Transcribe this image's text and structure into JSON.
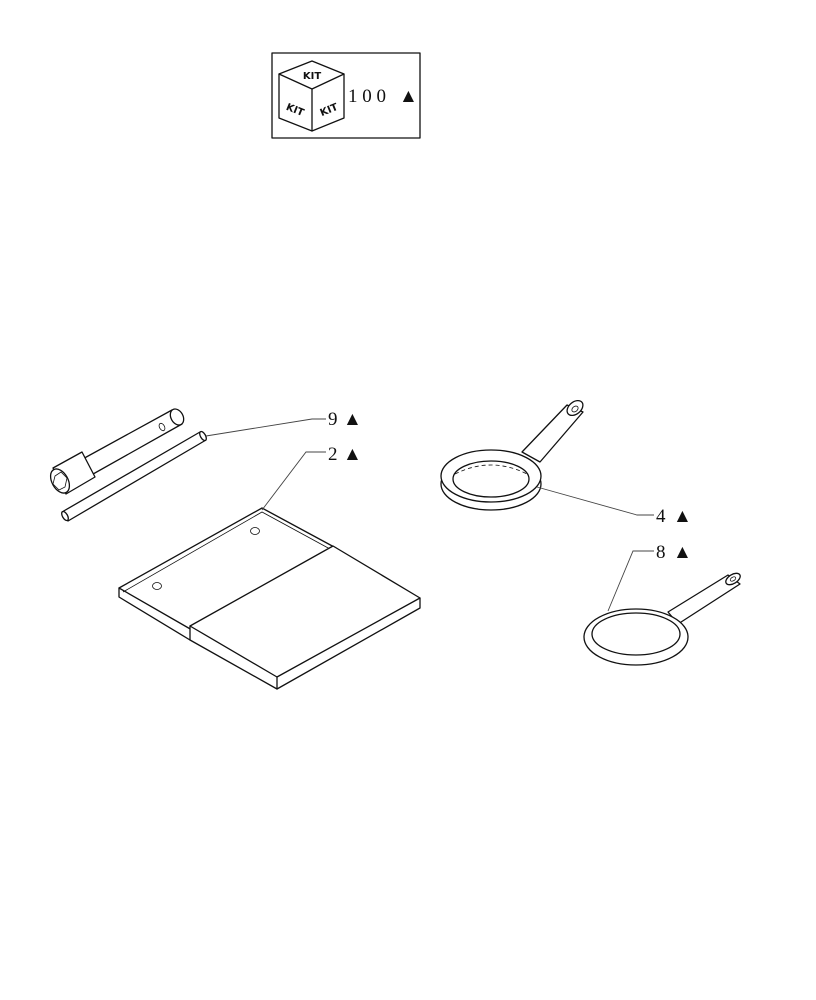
{
  "kit_box": {
    "icon": "kit-cube-icon",
    "cube_labels": [
      "KIT",
      "KIT",
      "KIT"
    ],
    "code": "1 0 0",
    "marker": "▲"
  },
  "callouts": [
    {
      "number": "9",
      "marker": "▲"
    },
    {
      "number": "2",
      "marker": "▲"
    },
    {
      "number": "4",
      "marker": "▲"
    },
    {
      "number": "8",
      "marker": "▲"
    }
  ]
}
